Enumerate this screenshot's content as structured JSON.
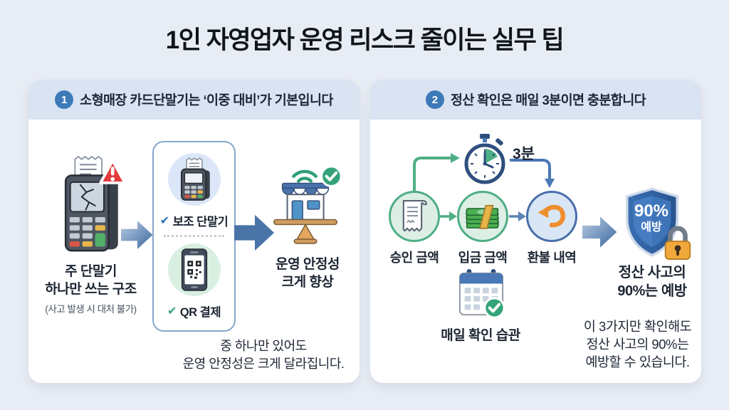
{
  "title": "1인 자영업자 운영 리스크 줄이는 실무 팁",
  "colors": {
    "page_background": "#e8ecf4",
    "panel_header": "#d9e3f2",
    "badge_blue": "#3d7ab8",
    "arrow_blue": "#4a74a8",
    "green": "#35a379",
    "circle_green_border": "#4fae85",
    "circle_blue_border": "#4a6fa8",
    "warning_red": "#e23b3b",
    "shield_blue": "#2f63a8",
    "padlock_orange": "#f2a93b"
  },
  "panel1": {
    "badge": "1",
    "title": "소형매장 카드단말기는 ‘이중 대비’가 기본입니다",
    "main": {
      "line1": "주 단말기",
      "line2": "하나만 쓰는 구조",
      "note": "(사고 발생 시 대처 불가)"
    },
    "options": [
      {
        "check": "✔",
        "label": "보조 단말기"
      },
      {
        "check": "✔",
        "label": "QR 결제"
      }
    ],
    "result": {
      "line1": "운영 안정성",
      "line2": "크게 향상"
    },
    "caption": {
      "line1": "중 하나만 있어도",
      "line2": "운영 안정성은 크게 달라집니다."
    }
  },
  "panel2": {
    "badge": "2",
    "title": "정산 확인은 매일 3분이면 충분합니다",
    "timer": "3분",
    "steps": [
      {
        "label": "승인 금액"
      },
      {
        "label": "입금 금액"
      },
      {
        "label": "환불 내역"
      }
    ],
    "shield": {
      "value": "90%",
      "label": "예방"
    },
    "result": {
      "line1": "정산 사고의",
      "line2": "90%는 예방"
    },
    "habit": "매일 확인 습관",
    "caption": {
      "line1": "이 3가지만 확인해도",
      "line2": "정산 사고의 90%는",
      "line3": "예방할 수 있습니다."
    }
  }
}
